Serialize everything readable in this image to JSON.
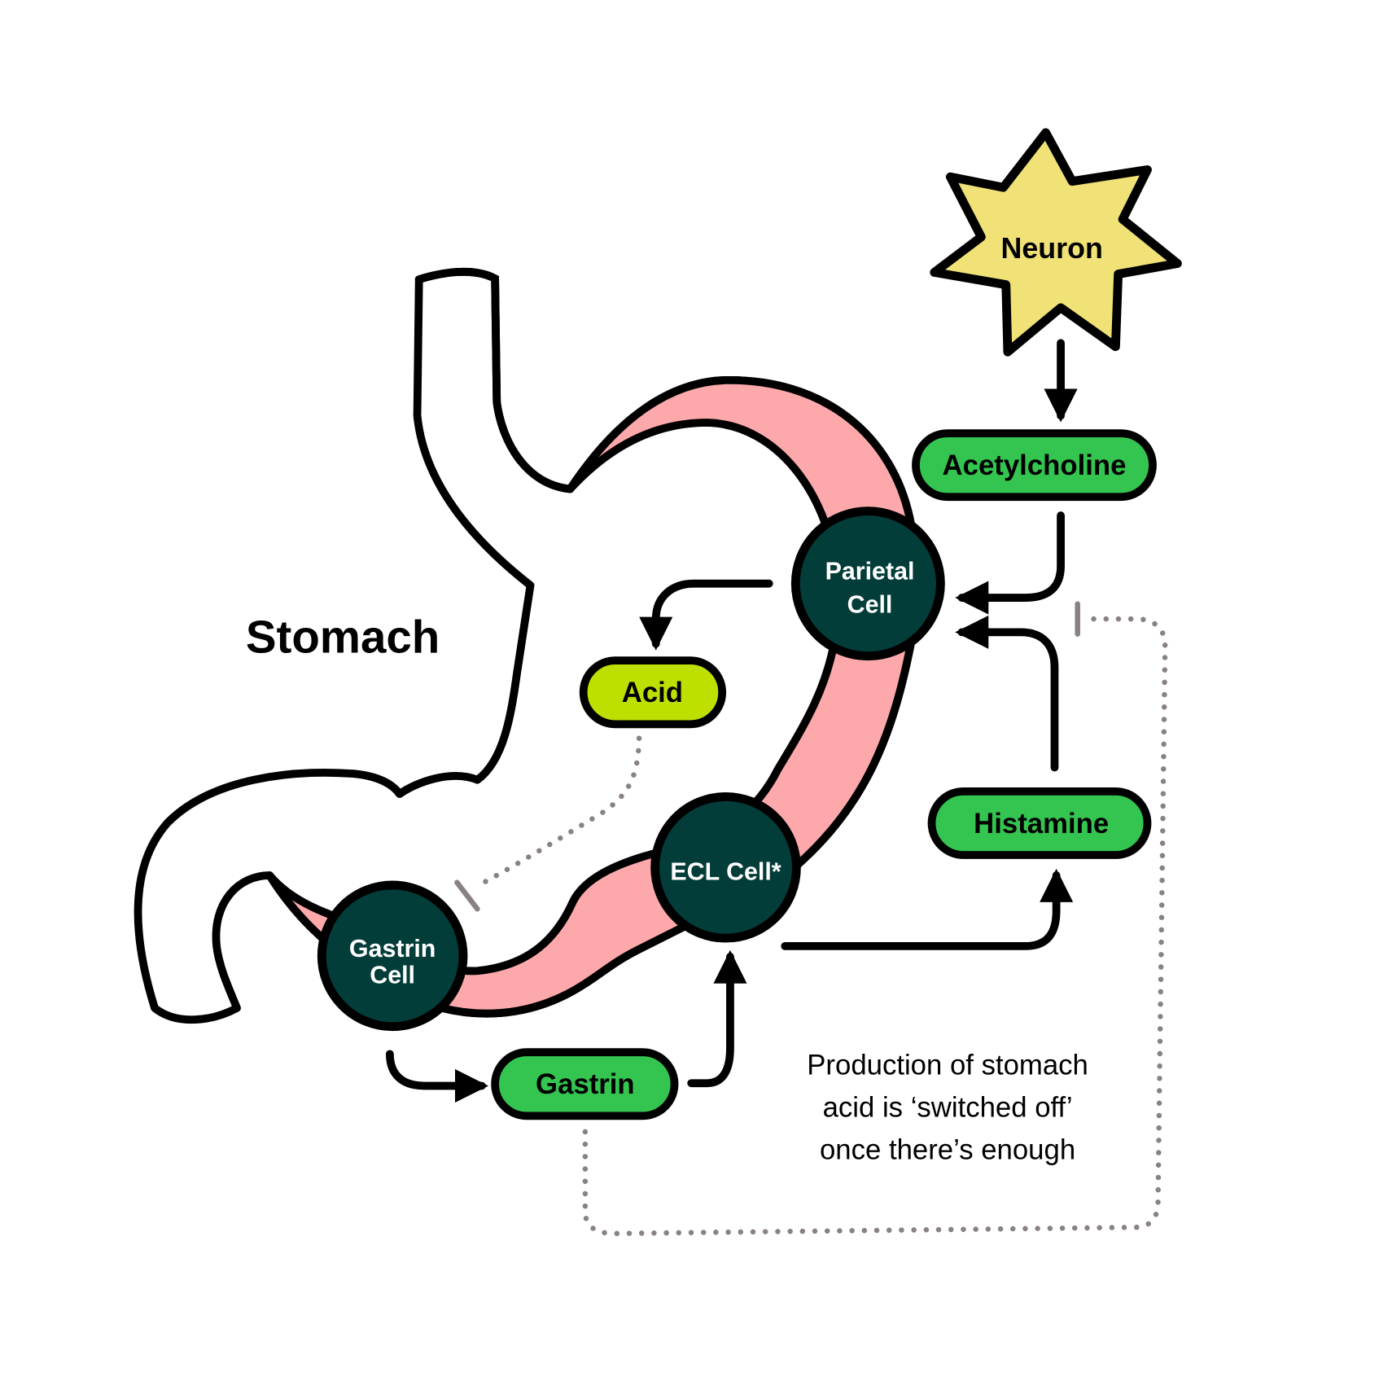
{
  "title": "Stomach",
  "colors": {
    "cell_fill": "#033d3a",
    "mucosa_pink": "#fda9ab",
    "hormone_green": "#34c550",
    "acid_lime": "#bfdf00",
    "neuron_yellow": "#f0e276",
    "inhibit_gray": "#8a8282",
    "outline": "#000000"
  },
  "nodes": {
    "neuron": "Neuron",
    "acetylcholine": "Acetylcholine",
    "parietal_cell": [
      "Parietal",
      "Cell"
    ],
    "acid": "Acid",
    "histamine": "Histamine",
    "ecl_cell": "ECL Cell*",
    "gastrin_cell": [
      "Gastrin",
      "Cell"
    ],
    "gastrin": "Gastrin"
  },
  "note": [
    "Production of stomach",
    "acid is ‘switched off’",
    "once there’s enough"
  ],
  "edges": [
    {
      "from": "Neuron",
      "to": "Acetylcholine",
      "type": "stimulates"
    },
    {
      "from": "Acetylcholine",
      "to": "Parietal Cell",
      "type": "stimulates"
    },
    {
      "from": "Histamine",
      "to": "Parietal Cell",
      "type": "stimulates"
    },
    {
      "from": "Parietal Cell",
      "to": "Acid",
      "type": "produces"
    },
    {
      "from": "ECL Cell*",
      "to": "Histamine",
      "type": "produces"
    },
    {
      "from": "Gastrin Cell",
      "to": "Gastrin",
      "type": "produces"
    },
    {
      "from": "Gastrin",
      "to": "ECL Cell*",
      "type": "stimulates"
    },
    {
      "from": "Acid",
      "to": "Gastrin Cell",
      "type": "inhibits"
    },
    {
      "from": "Gastrin",
      "to": "Parietal Cell",
      "type": "inhibits"
    }
  ]
}
